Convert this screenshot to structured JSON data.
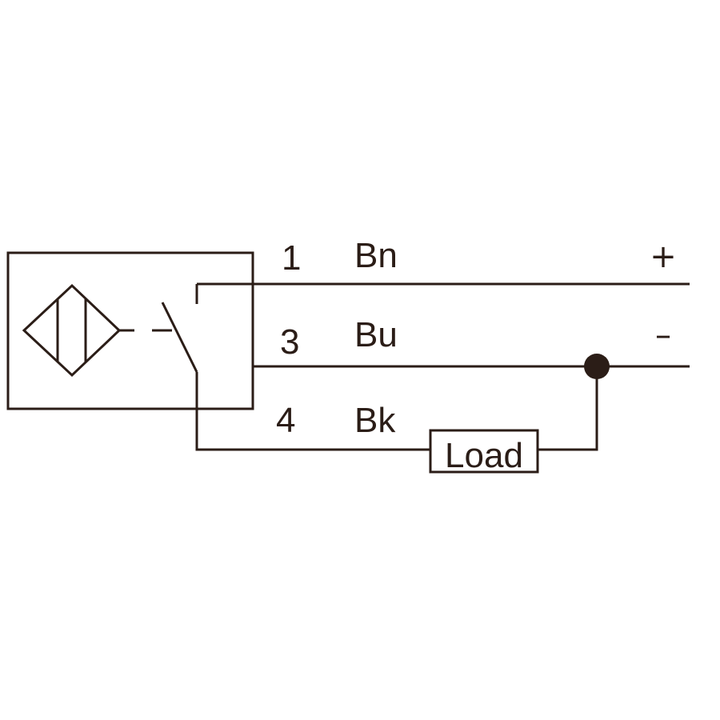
{
  "diagram": {
    "wires": [
      {
        "pin": "1",
        "color_code": "Bn",
        "polarity": "+"
      },
      {
        "pin": "3",
        "color_code": "Bu",
        "polarity": "–"
      },
      {
        "pin": "4",
        "color_code": "Bk"
      }
    ],
    "load_label": "Load"
  },
  "colors": {
    "ink": "#2b1d17",
    "background": "#ffffff"
  }
}
